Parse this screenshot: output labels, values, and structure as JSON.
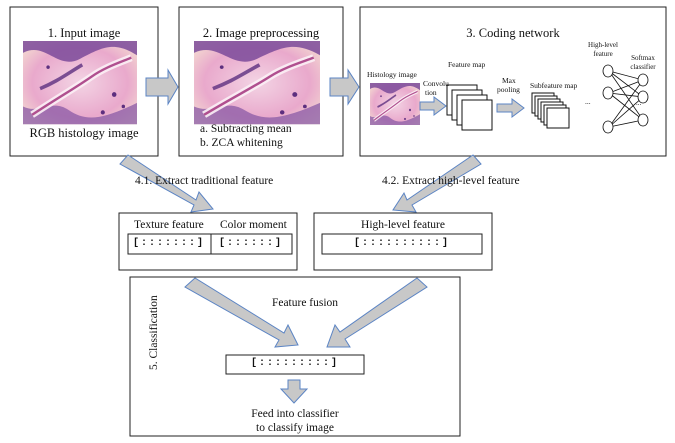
{
  "step1": {
    "title": "1. Input image",
    "caption": "RGB histology image"
  },
  "step2": {
    "title": "2. Image preprocessing",
    "item_a": "a. Subtracting mean",
    "item_b": "b. ZCA whitening"
  },
  "step3": {
    "title": "3. Coding network",
    "histology_label": "Histology image",
    "convolution_label_1": "Convolu",
    "convolution_label_2": "tion",
    "feature_map_label": "Feature map",
    "max_label": "Max",
    "pooling_label": "pooling",
    "subfeature_label": "Subfeature map",
    "ellipsis": "...",
    "highlevel_label_1": "High-level",
    "highlevel_label_2": "feature",
    "softmax_label_1": "Softmax",
    "softmax_label_2": "classifier"
  },
  "step41": {
    "label": "4.1. Extract traditional feature",
    "texture": "Texture feature",
    "color": "Color moment",
    "texture_vec": "[:::::::]",
    "color_vec": "[::::::]"
  },
  "step42": {
    "label": "4.2. Extract high-level feature",
    "highlevel": "High-level feature",
    "vec": "[::::::::::]"
  },
  "step5": {
    "fusion": "Feature fusion",
    "classification": "5. Classification",
    "vec": "[:::::::::]",
    "output_1": "Feed into classifier",
    "output_2": "to classify image"
  },
  "colors": {
    "arrow_fill": "#c8c8c8",
    "arrow_stroke": "#5b84c4",
    "tissue_pink": "#c9609a",
    "tissue_purple": "#6e3f8e"
  }
}
